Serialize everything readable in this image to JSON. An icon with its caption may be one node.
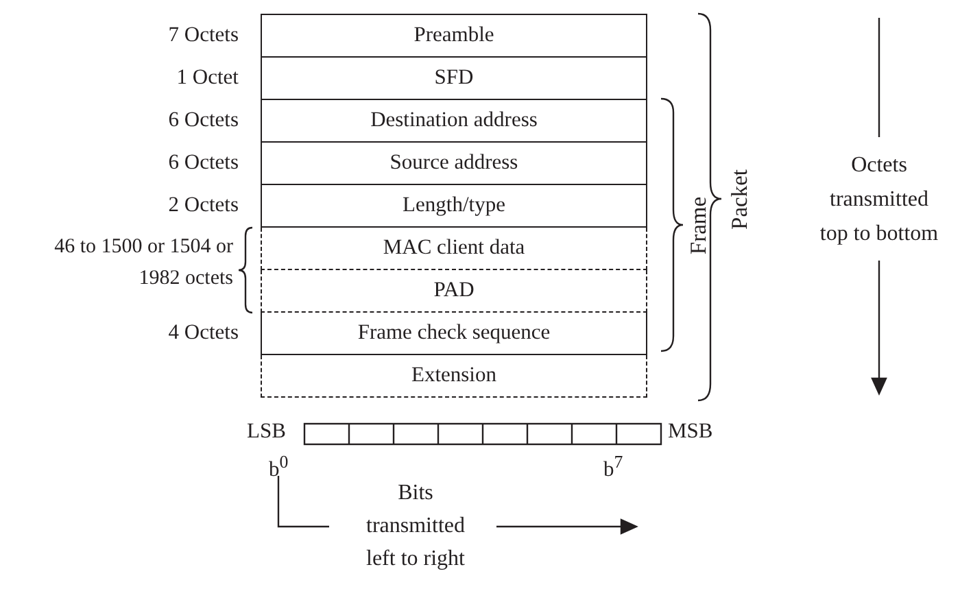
{
  "diagram": {
    "nodes": [
      {
        "text": [
          "Preamble"
        ],
        "beside": [
          "7 Octets"
        ]
      },
      {
        "text": [
          "SFD"
        ],
        "beside": [
          "1 Octet"
        ]
      },
      {
        "text": [
          "Destination address"
        ],
        "beside": [
          "6 Octets"
        ]
      },
      {
        "text": [
          "Source address"
        ],
        "beside": [
          "6 Octets"
        ]
      },
      {
        "text": [
          "Length/type"
        ],
        "beside": [
          "2 Octets"
        ]
      },
      {
        "text": [
          "MAC client data"
        ]
      },
      {
        "text": [
          "PAD"
        ]
      },
      {
        "text": [
          "Frame check sequence"
        ],
        "beside": [
          "4 Octets"
        ]
      },
      {
        "text": [
          "Extension"
        ]
      }
    ],
    "edges": [],
    "labels": [
      "46 to 1500 or 1504 or 1982 octets",
      "Frame",
      "Packet",
      "Octets transmitted top to bottom",
      "LSB",
      "MSB",
      "b$^{0}$",
      "b$^{7}$",
      "Bits transmitted left to right"
    ]
  }
}
